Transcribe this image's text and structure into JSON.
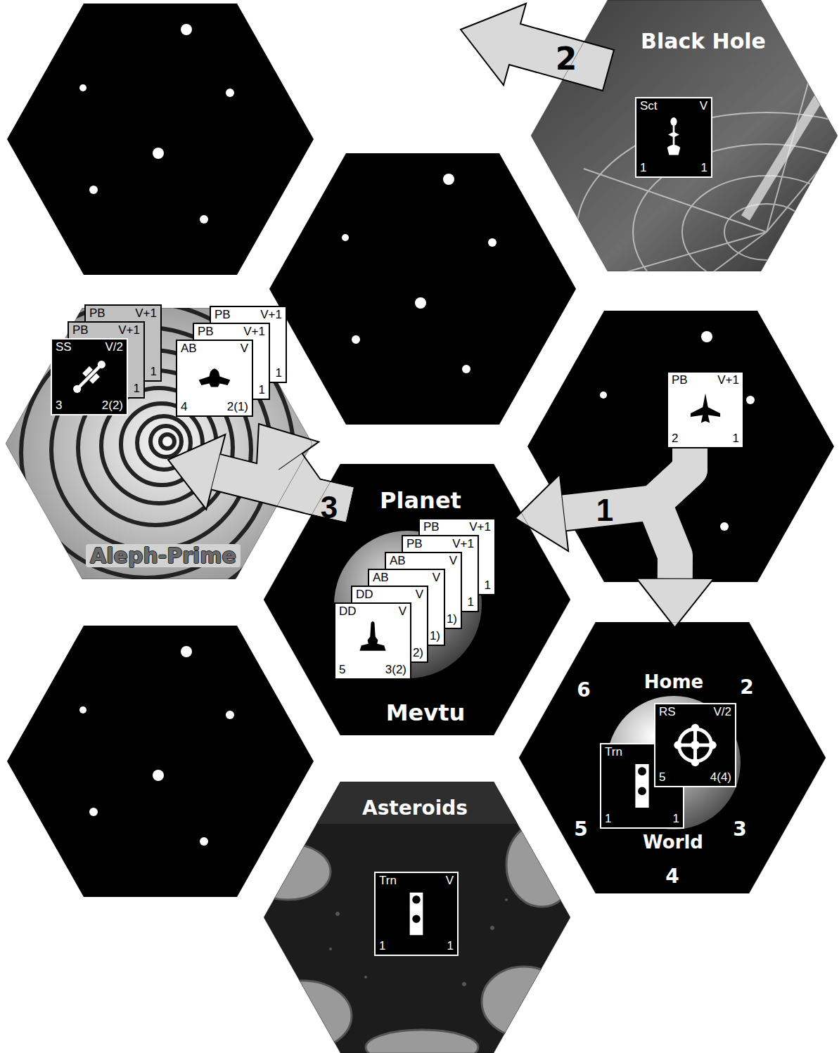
{
  "diagram": {
    "nodes": [
      {
        "text": [
          "Black Hole"
        ]
      },
      {
        "text": [
          "Sct",
          "V",
          "1",
          "1"
        ],
        "in": 0
      },
      {
        "text": [
          "Aleph-Prime"
        ]
      },
      {
        "text": [
          "PB",
          "V+1",
          "1"
        ],
        "in": 2
      },
      {
        "text": [
          "PB",
          "V+1",
          "1"
        ],
        "in": 2
      },
      {
        "text": [
          "SS",
          "V/2",
          "3",
          "2(2)"
        ],
        "in": 2
      },
      {
        "text": [
          "PB",
          "V+1",
          "1"
        ],
        "in": 2
      },
      {
        "text": [
          "PB",
          "V+1",
          "1"
        ],
        "in": 2
      },
      {
        "text": [
          "AB",
          "V",
          "4",
          "2(1)"
        ],
        "in": 2
      },
      {
        "text": [
          "PB",
          "V+1",
          "2",
          "1"
        ]
      },
      {
        "text": [
          "Planet",
          "Mevtu"
        ]
      },
      {
        "text": [
          "PB",
          "V+1",
          "1"
        ],
        "in": 10
      },
      {
        "text": [
          "PB",
          "V+1",
          "1"
        ],
        "in": 10
      },
      {
        "text": [
          "AB",
          "V",
          "1)"
        ],
        "in": 10
      },
      {
        "text": [
          "AB",
          "V",
          "1)"
        ],
        "in": 10
      },
      {
        "text": [
          "DD",
          "V",
          "2)"
        ],
        "in": 10
      },
      {
        "text": [
          "DD",
          "V",
          "5",
          "3(2)"
        ],
        "in": 10
      },
      {
        "text": [
          "Home",
          "World"
        ]
      },
      {
        "text": [
          "Trn",
          "1",
          "1"
        ],
        "in": 17
      },
      {
        "text": [
          "RS",
          "V/2",
          "5",
          "4(4)"
        ],
        "in": 17
      },
      {
        "text": [
          "Asteroids"
        ]
      },
      {
        "text": [
          "Trn",
          "V",
          "1",
          "1"
        ],
        "in": 20
      }
    ],
    "edges": [
      {
        "from": 9,
        "to": 10,
        "arrow": "to",
        "label": "1"
      },
      {
        "from": 9,
        "to": 17,
        "arrow": "to"
      },
      {
        "from": 10,
        "to": 2,
        "arrow": "to",
        "label": "3"
      },
      {
        "from": 10,
        "to": 8,
        "arrow": "to"
      }
    ],
    "labels": [
      "2",
      "6",
      "2",
      "5",
      "3",
      "4"
    ]
  }
}
